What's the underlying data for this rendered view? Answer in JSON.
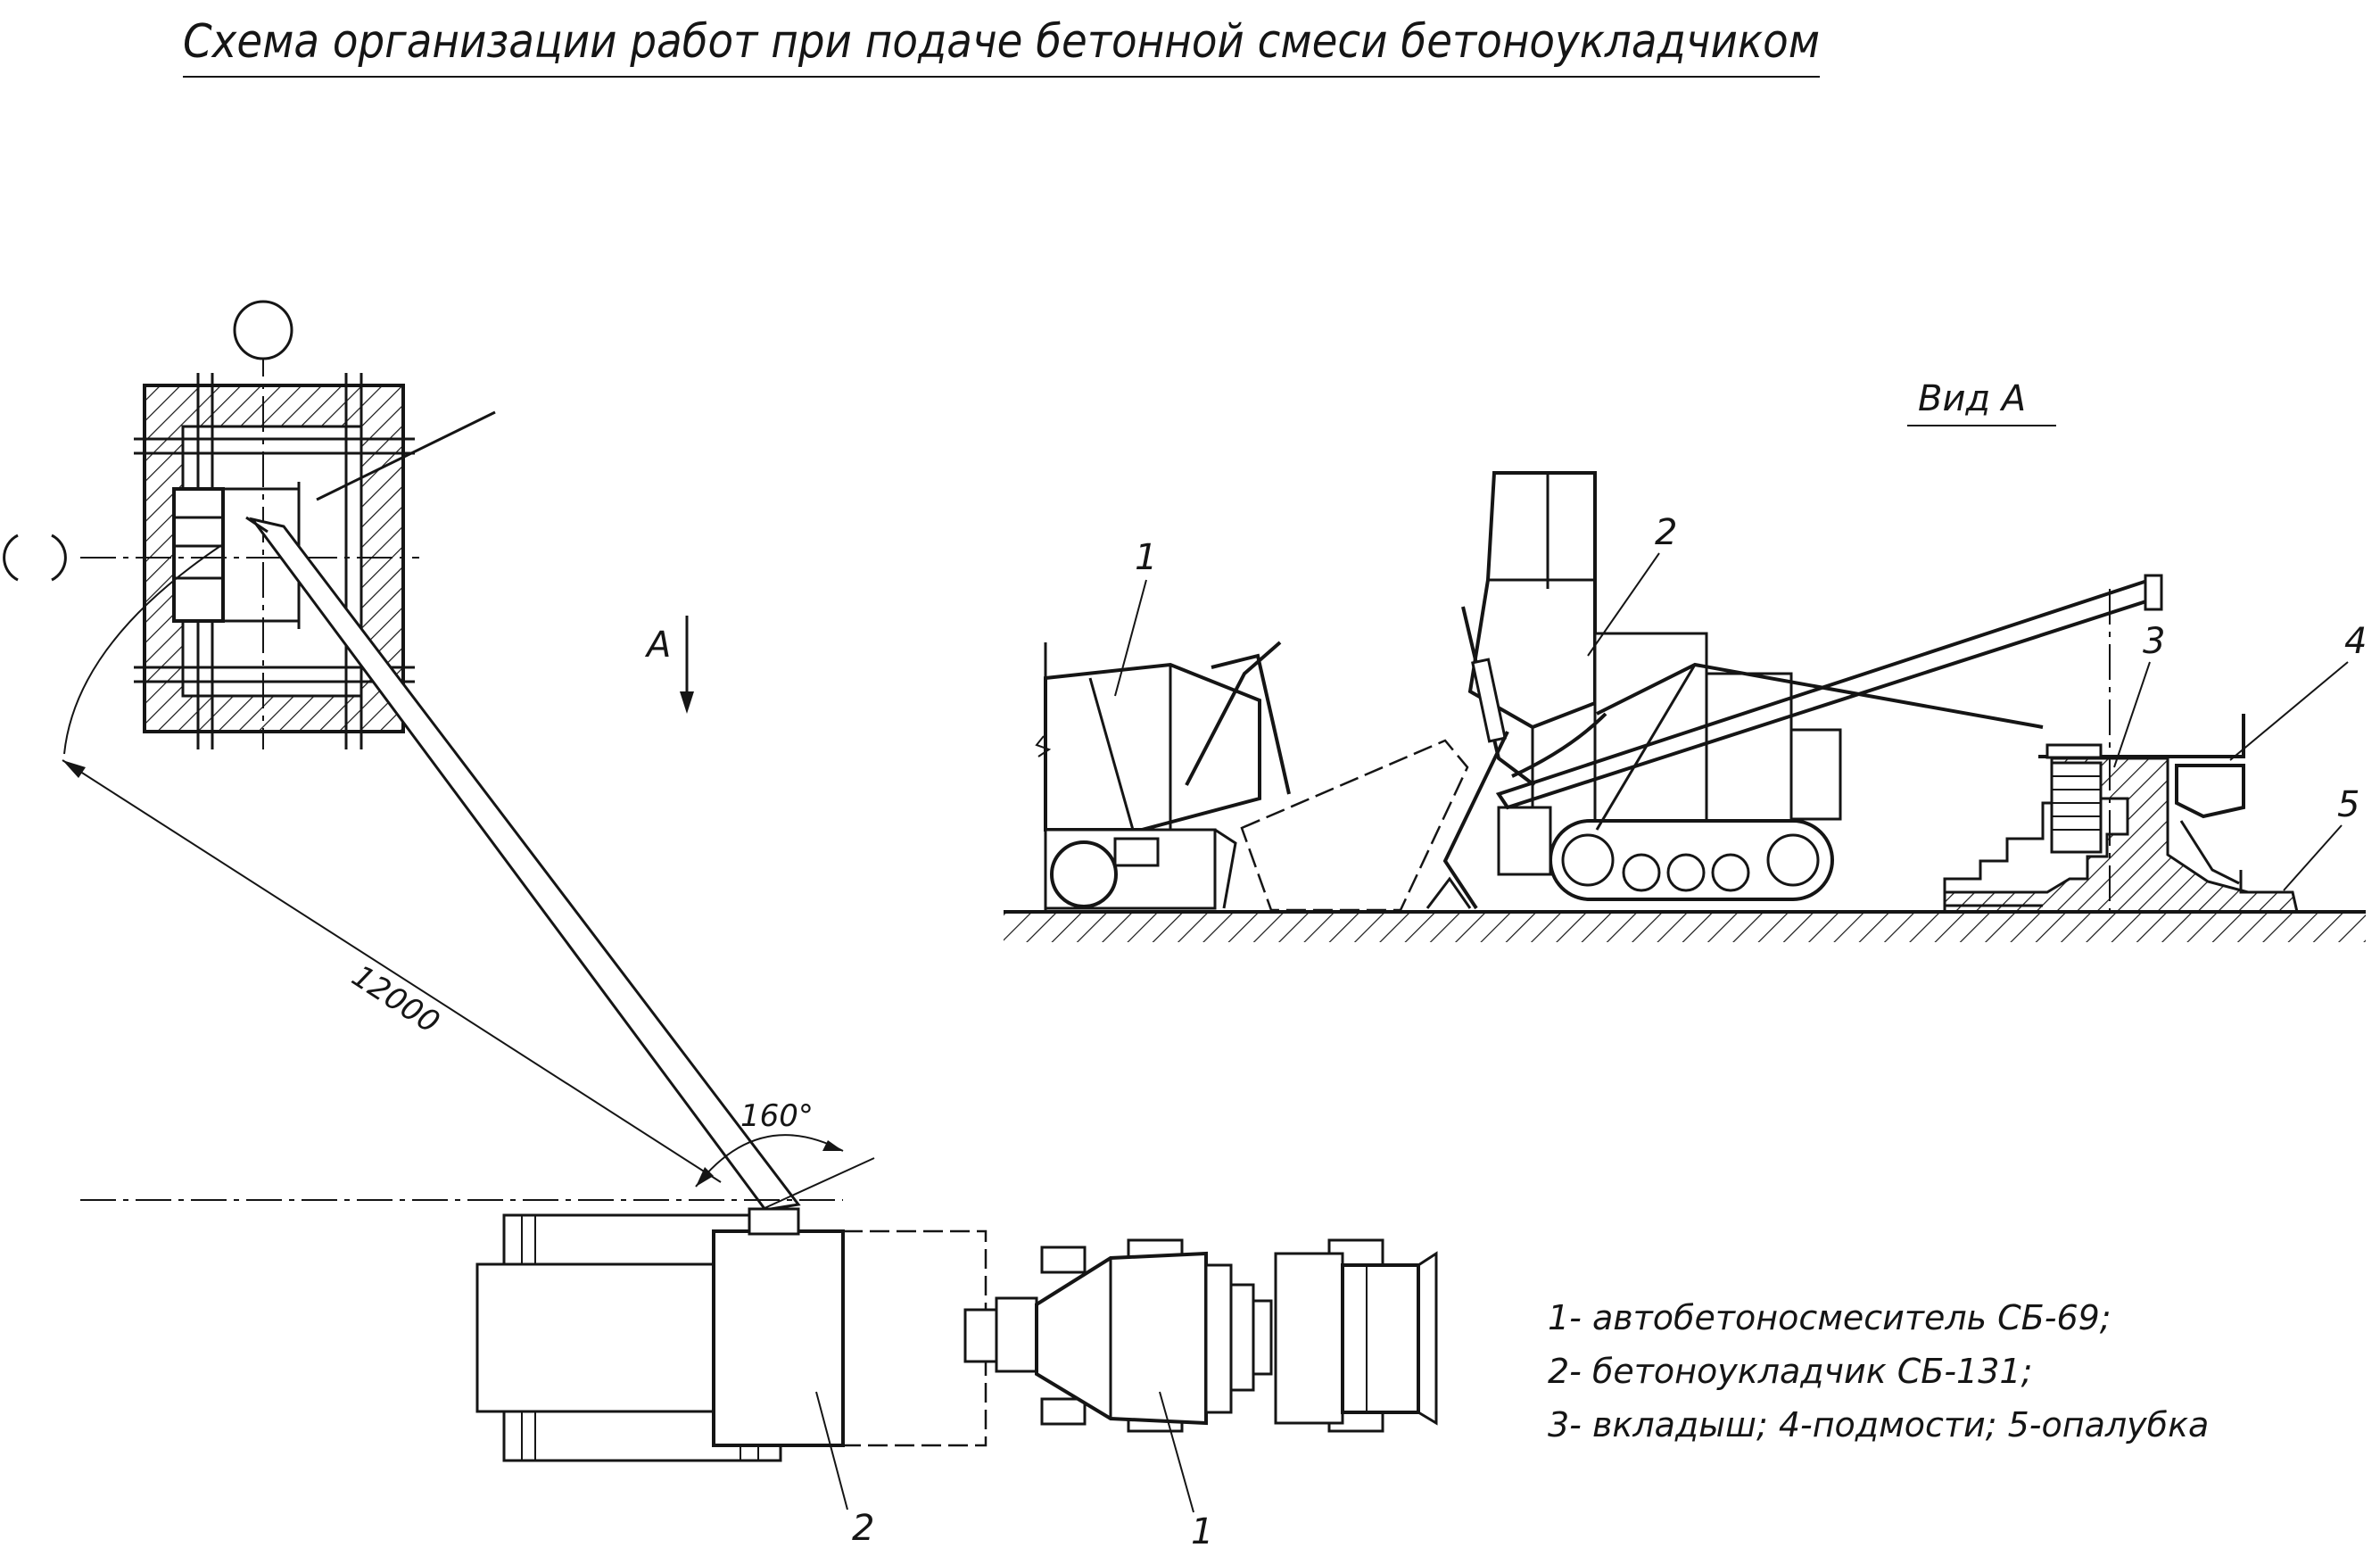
{
  "title": "Схема организации работ при подаче бетонной смеси бетоноукладчиком",
  "view_label": "Вид А",
  "direction_label": "А",
  "dimensions": {
    "radius": "12000",
    "angle": "160°"
  },
  "plan_callouts": {
    "one": "1",
    "two": "2"
  },
  "side_view_callouts": {
    "one": "1",
    "two": "2",
    "three": "3",
    "four": "4",
    "five": "5"
  },
  "legend": {
    "line1": "1- автобетоносмеситель СБ-69;",
    "line2": "2- бетоноукладчик СБ-131;",
    "line3": "3- вкладыш; 4-подмости; 5-опалубка"
  },
  "colors": {
    "ink": "#151515",
    "paper": "#ffffff"
  }
}
